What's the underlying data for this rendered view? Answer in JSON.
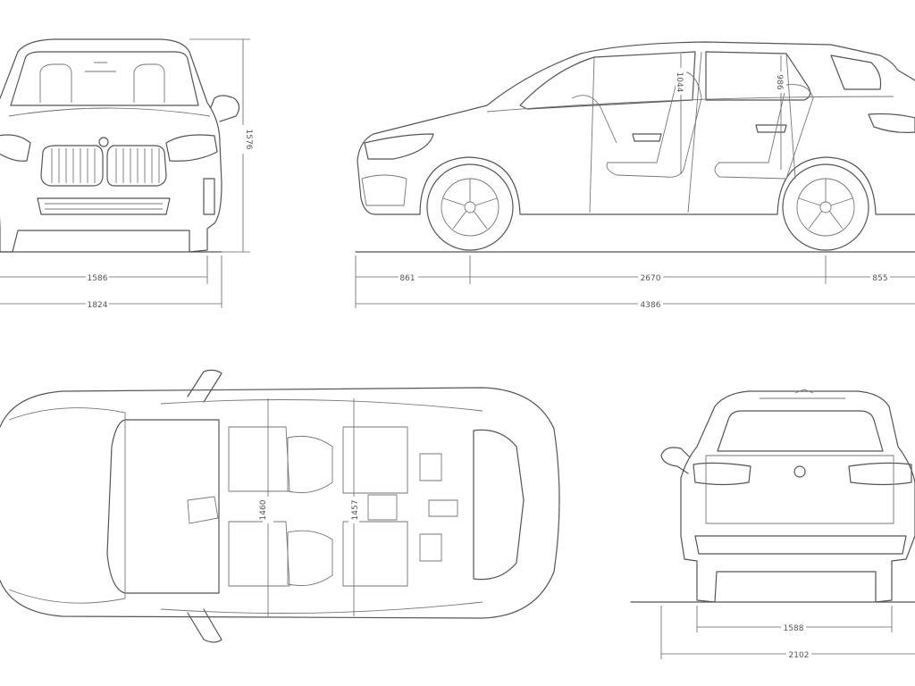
{
  "views": {
    "front": {
      "height_label": "1576",
      "track_label": "1586",
      "width_label": "1824"
    },
    "side": {
      "front_overhang_label": "861",
      "wheelbase_label": "2670",
      "rear_overhang_label": "855",
      "length_label": "4386",
      "front_headroom_label": "1044",
      "rear_headroom_label": "986"
    },
    "top": {
      "front_shoulder_label": "1460",
      "rear_shoulder_label": "1457"
    },
    "rear": {
      "track_label": "1588",
      "width_mirrors_label": "2102"
    }
  },
  "colors": {
    "line": "#555555",
    "background": "#ffffff"
  }
}
